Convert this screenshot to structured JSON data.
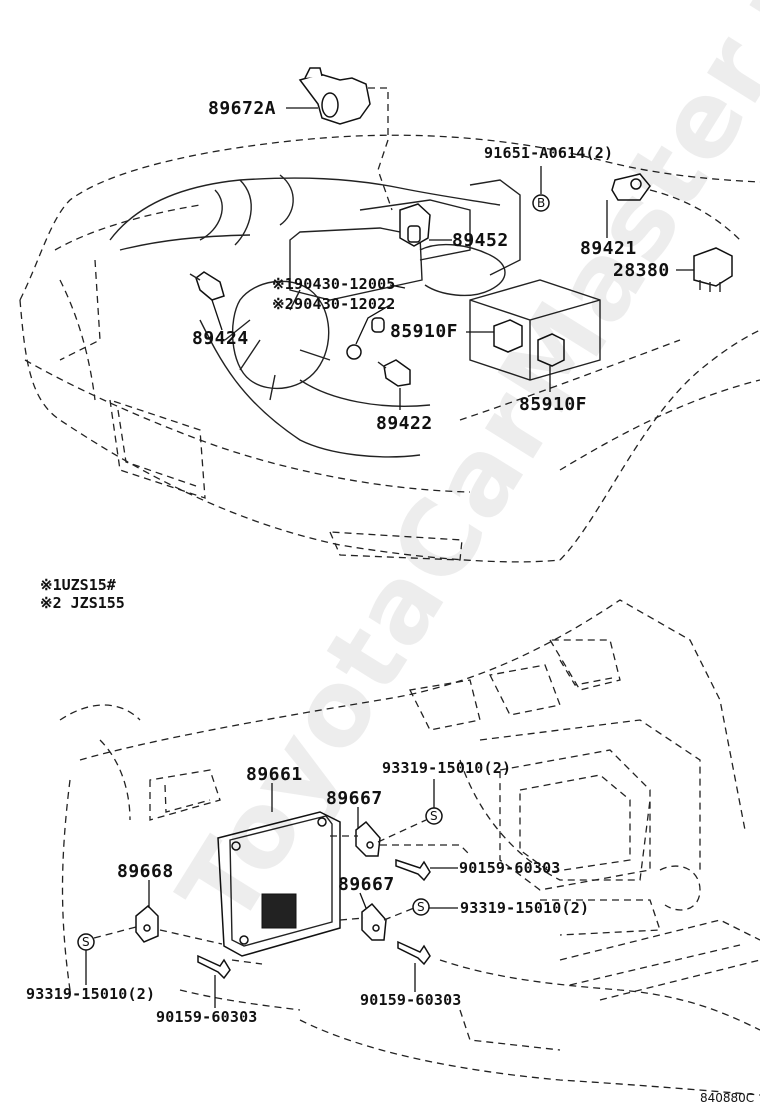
{
  "diagram_code": "840880C",
  "watermark": "ToyotaCarMaster.ru",
  "notes": [
    {
      "mark": "※1",
      "text": "UZS15#"
    },
    {
      "mark": "※2",
      "text": "JZS155"
    }
  ],
  "parts": {
    "p89672A": "89672A",
    "p91651": "91651-A0614(2)",
    "p89452": "89452",
    "p89421": "89421",
    "p28380": "28380",
    "p190430": "※190430-12005",
    "p290430": "※290430-12022",
    "p85910F_a": "85910F",
    "p85910F_b": "85910F",
    "p89424": "89424",
    "p89422": "89422",
    "p89661": "89661",
    "p93319_top": "93319-15010(2)",
    "p89667_a": "89667",
    "p89667_b": "89667",
    "p90159_a": "90159-60303",
    "p89668": "89668",
    "p93319_mid": "93319-15010(2)",
    "p93319_left": "93319-15010(2)",
    "p90159_b": "90159-60303",
    "p90159_c": "90159-60303"
  },
  "markers": {
    "bolt_b": "B",
    "screw_s": "S"
  }
}
